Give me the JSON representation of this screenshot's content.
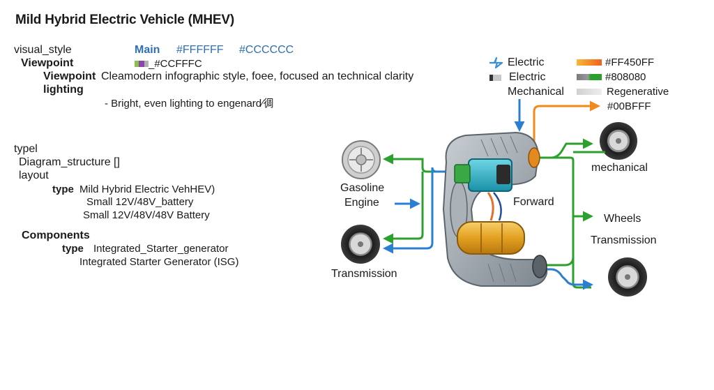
{
  "title": "Mild Hybrid Electric Vehicle (MHEV)",
  "style_panel": {
    "visual_style_key": "visual_style",
    "main_label": "Main",
    "color_1": "#FFFFFF",
    "color_2": "#CCCCCC",
    "viewpoint_key": "Viewpoint",
    "viewpoint_swatch_text": "_#CCFFFC",
    "viewpoint_key_2": "Viewpoint",
    "viewpoint_value": "Cleamodern infographic style, foee, focused an technical clarity",
    "lighting_key": "lighting",
    "lighting_value": "- Bright, even lighting to engenard⁄徟"
  },
  "structure_panel": {
    "typel": "typel",
    "diagram_structure": "Diagram_structure []",
    "layout": "layout",
    "type_key": "type",
    "type_value": "Mild Hybrid Electric VehHEV)",
    "battery_1": "Small 12V/48V_battery",
    "battery_2": "Small 12V/48V/48V Battery",
    "components": "Components",
    "comp_type_key": "type",
    "comp_type_value": "Integrated_Starter_generator",
    "comp_full": "Integrated Starter Generator (ISG)"
  },
  "legend": {
    "electric_1": "Electric",
    "electric_2": "Electric",
    "mechanical": "Mechanical",
    "hex_1": "#FF450FF",
    "hex_2": "#808080",
    "regenerative": "Regenerative",
    "hex_3": "#00BFFF"
  },
  "diagram_labels": {
    "gasoline_1": "Gasoline",
    "gasoline_2": "Engine",
    "transmission_left": "Transmission",
    "forward": "Forward",
    "mechanical_right": "mechanical",
    "wheels": "Wheels",
    "transmission_right": "Transmission"
  },
  "colors": {
    "green_flow": "#2ca02c",
    "blue_flow": "#2a7fd0",
    "orange_flow": "#f08a1c",
    "battery": "#e3a020",
    "isg": "#2bb3c8",
    "housing": "#9aa3ab"
  }
}
